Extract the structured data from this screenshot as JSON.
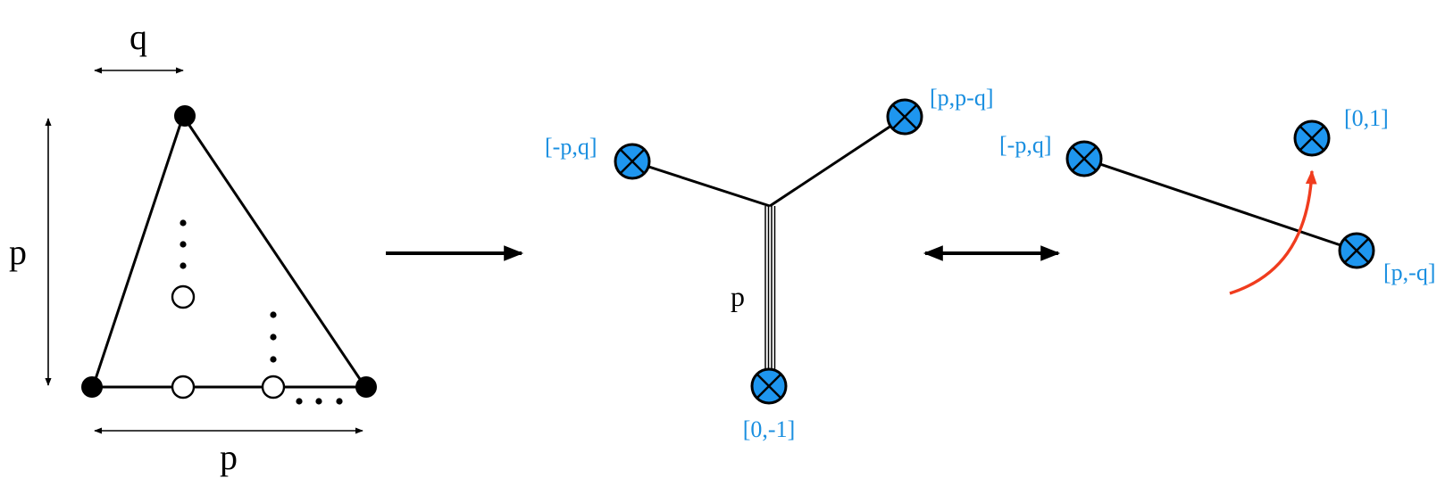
{
  "colors": {
    "node_fill": "#1e96ef",
    "label_blue": "#1a8fe0",
    "twist_arrow": "#f03c1e",
    "line": "#000000"
  },
  "panel_triangle": {
    "label_q": "q",
    "label_p_left": "p",
    "label_p_bottom": "p"
  },
  "panel_web": {
    "node_top_right": "[p,p-q]",
    "node_left": "[-p,q]",
    "node_bottom": "[0,-1]",
    "leg_multiplicity": "p"
  },
  "panel_rotated": {
    "node_left": "[-p,q]",
    "node_top": "[0,1]",
    "node_right": "[p,-q]"
  }
}
